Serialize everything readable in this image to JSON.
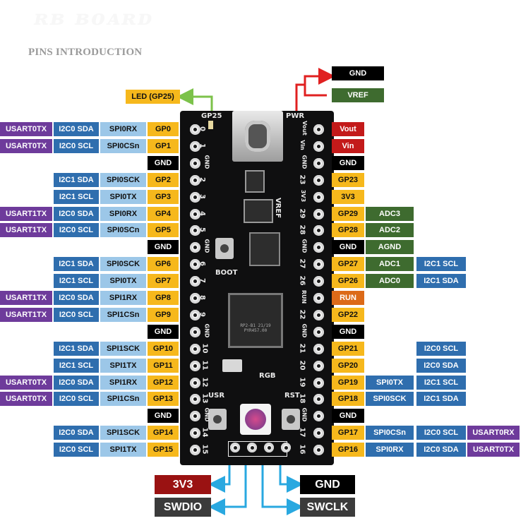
{
  "title": "PINS INTRODUCTION",
  "colors": {
    "purple": "#6e3b9b",
    "blue": "#2f6eae",
    "lightblue": "#9cc7e8",
    "yellow": "#f6b81c",
    "black": "#000000",
    "red": "#c31a1a",
    "green": "#3e6b2f",
    "orange": "#dc6a18",
    "darkred": "#9a1212",
    "darkgray": "#3b3b3b",
    "arrow_cyan": "#29a8e0",
    "arrow_red": "#e02020",
    "arrow_green": "#7cc24a"
  },
  "top_labels": {
    "gnd": "GND",
    "vref": "VREF",
    "led": "LED (GP25)"
  },
  "left_pins": [
    [
      "USART0TX",
      "I2C0 SDA",
      "SPI0RX",
      "GP0"
    ],
    [
      "USART0TX",
      "I2C0 SCL",
      "SPI0CSn",
      "GP1"
    ],
    [
      "",
      "",
      "",
      "GND"
    ],
    [
      "",
      "I2C1 SDA",
      "SPI0SCK",
      "GP2"
    ],
    [
      "",
      "I2C1 SCL",
      "SPI0TX",
      "GP3"
    ],
    [
      "USART1TX",
      "I2C0 SDA",
      "SPI0RX",
      "GP4"
    ],
    [
      "USART1TX",
      "I2C0 SCL",
      "SPI0SCn",
      "GP5"
    ],
    [
      "",
      "",
      "",
      "GND"
    ],
    [
      "",
      "I2C1 SDA",
      "SPI0SCK",
      "GP6"
    ],
    [
      "",
      "I2C1 SCL",
      "SPI0TX",
      "GP7"
    ],
    [
      "USART1TX",
      "I2C0 SDA",
      "SPI1RX",
      "GP8"
    ],
    [
      "USART1TX",
      "I2C0 SCL",
      "SPI1CSn",
      "GP9"
    ],
    [
      "",
      "",
      "",
      "GND"
    ],
    [
      "",
      "I2C1 SDA",
      "SPI1SCK",
      "GP10"
    ],
    [
      "",
      "I2C1 SCL",
      "SPI1TX",
      "GP11"
    ],
    [
      "USART0TX",
      "I2C0 SDA",
      "SPI1RX",
      "GP12"
    ],
    [
      "USART0TX",
      "I2C0 SCL",
      "SPI1CSn",
      "GP13"
    ],
    [
      "",
      "",
      "",
      "GND"
    ],
    [
      "",
      "I2C0 SDA",
      "SPI1SCK",
      "GP14"
    ],
    [
      "",
      "I2C0 SCL",
      "SPI1TX",
      "GP15"
    ]
  ],
  "right_pins": [
    [
      "Vout",
      "",
      "",
      ""
    ],
    [
      "Vin",
      "",
      "",
      ""
    ],
    [
      "GND",
      "",
      "",
      ""
    ],
    [
      "GP23",
      "",
      "",
      ""
    ],
    [
      "3V3",
      "",
      "",
      ""
    ],
    [
      "GP29",
      "ADC3",
      "",
      ""
    ],
    [
      "GP28",
      "ADC2",
      "",
      ""
    ],
    [
      "GND",
      "AGND",
      "",
      ""
    ],
    [
      "GP27",
      "ADC1",
      "I2C1 SCL",
      ""
    ],
    [
      "GP26",
      "ADC0",
      "I2C1 SDA",
      ""
    ],
    [
      "RUN",
      "",
      "",
      ""
    ],
    [
      "GP22",
      "",
      "",
      ""
    ],
    [
      "GND",
      "",
      "",
      ""
    ],
    [
      "GP21",
      "",
      "I2C0 SCL",
      ""
    ],
    [
      "GP20",
      "",
      "I2C0 SDA",
      ""
    ],
    [
      "GP19",
      "SPI0TX",
      "I2C1 SCL",
      ""
    ],
    [
      "GP18",
      "SPI0SCK",
      "I2C1 SDA",
      ""
    ],
    [
      "GND",
      "",
      "",
      ""
    ],
    [
      "GP17",
      "SPI0CSn",
      "I2C0 SCL",
      "USART0RX"
    ],
    [
      "GP16",
      "SPI0RX",
      "I2C0 SDA",
      "USART0TX"
    ]
  ],
  "left_silk": [
    "0",
    "1",
    "GND",
    "2",
    "3",
    "4",
    "5",
    "GND",
    "6",
    "7",
    "8",
    "9",
    "GND",
    "10",
    "11",
    "12",
    "13",
    "GND",
    "14",
    "15"
  ],
  "right_silk": [
    "Vout",
    "Vin",
    "GND",
    "23",
    "3V3",
    "29",
    "28",
    "GND",
    "27",
    "26",
    "RUN",
    "22",
    "GND",
    "21",
    "20",
    "19",
    "18",
    "GND",
    "17",
    "16"
  ],
  "board_text": {
    "gp25": "GP25",
    "pwr": "PWR",
    "vref": "VREF",
    "boot": "BOOT",
    "usr": "USR",
    "rst": "RST",
    "rgb": "RGB",
    "chip": "RP2-B1 21/19 PYR457.00"
  },
  "bottom": {
    "v3": "3V3",
    "gnd": "GND",
    "swdio": "SWDIO",
    "swclk": "SWCLK"
  }
}
